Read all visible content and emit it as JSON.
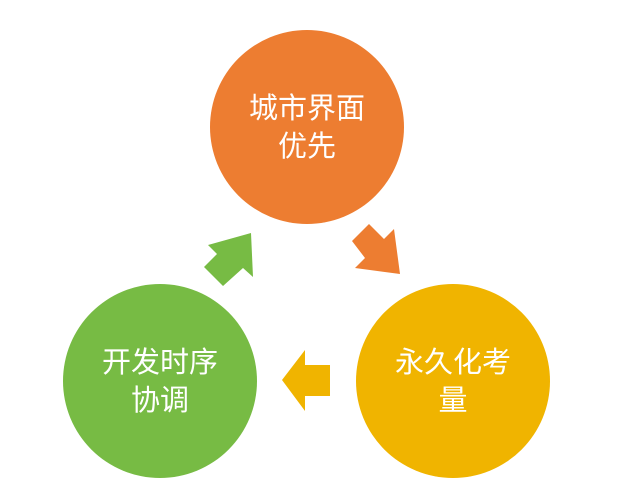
{
  "nodes": {
    "top": {
      "line1": "城市界面",
      "line2": "优先",
      "color": "#ED7D31"
    },
    "right": {
      "line1": "永久化考",
      "line2": "量",
      "color": "#F0B400"
    },
    "left": {
      "line1": "开发时序",
      "line2": "协调",
      "color": "#77BB44"
    }
  },
  "arrows": {
    "top_to_right": {
      "color": "#ED7D31"
    },
    "right_to_left": {
      "color": "#F0B400"
    },
    "left_to_top": {
      "color": "#77BB44"
    }
  }
}
